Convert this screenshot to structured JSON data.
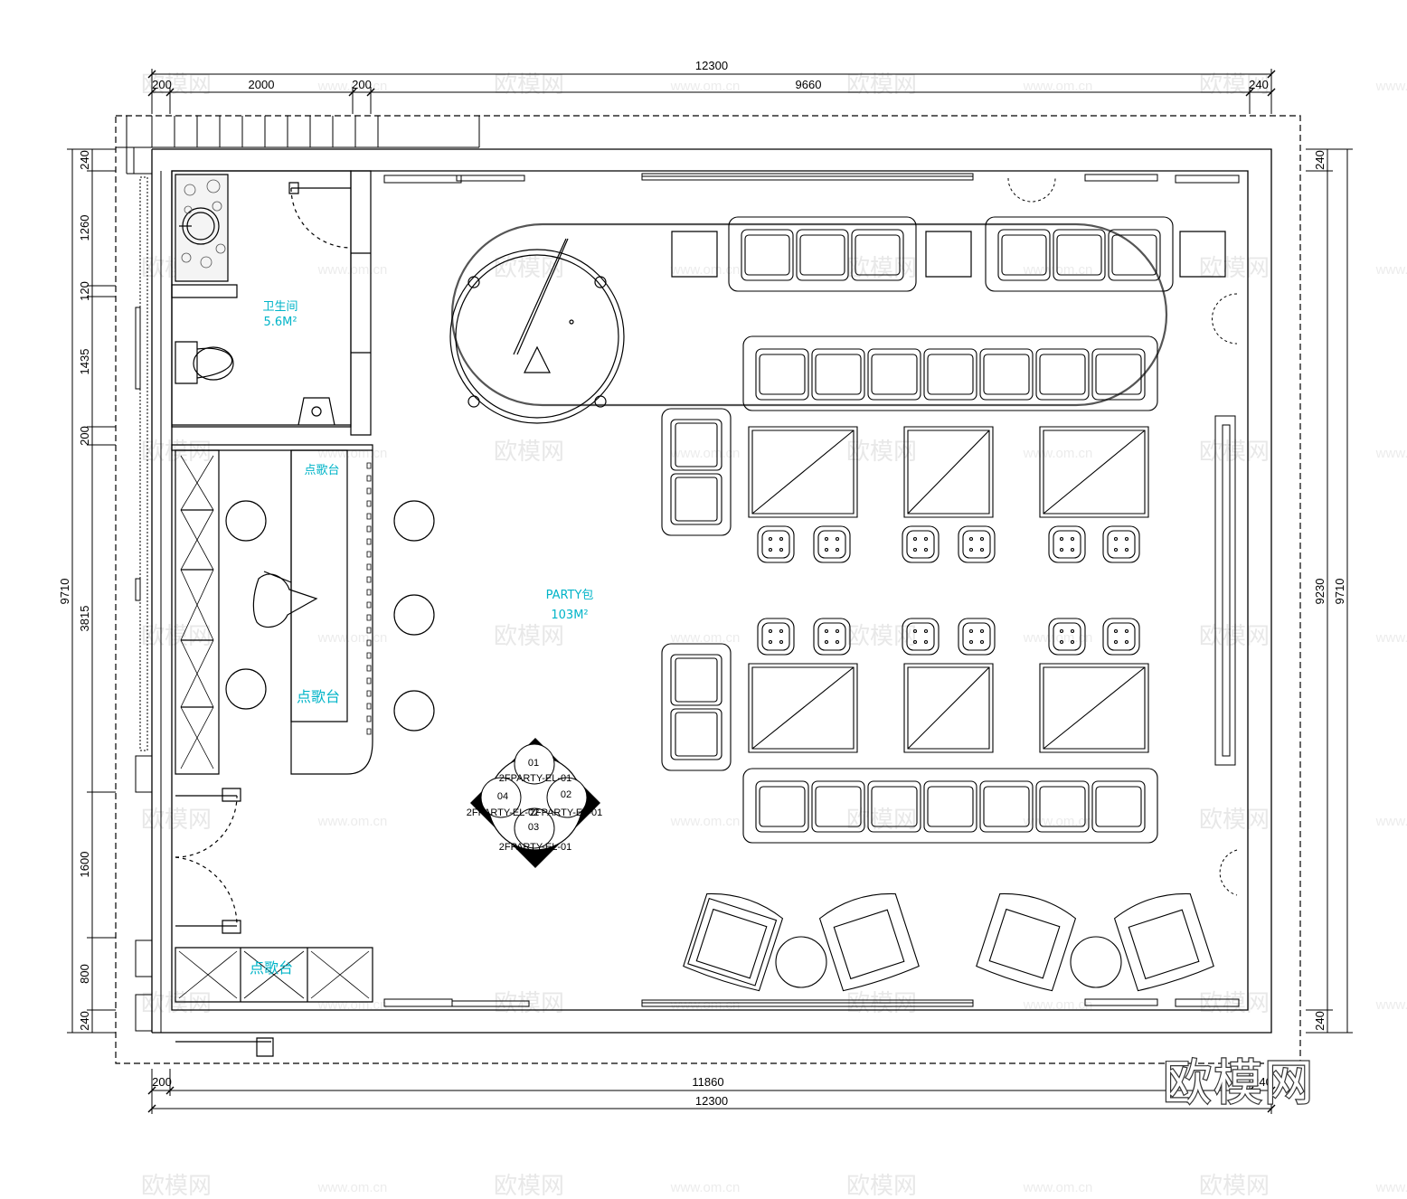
{
  "dimensions": {
    "top_total": "12300",
    "top_segments": [
      "200",
      "2000",
      "200",
      "9660",
      "240"
    ],
    "bottom_segments": [
      "200",
      "11860",
      "240"
    ],
    "bottom_total": "12300",
    "left_total": "9710",
    "left_segments": [
      "240",
      "1260",
      "120",
      "1435",
      "200",
      "3815",
      "1600",
      "800",
      "240"
    ],
    "right_total_a": "9230",
    "right_total_b": "9710",
    "right_segments": [
      "240",
      "240"
    ]
  },
  "rooms": {
    "bathroom_name": "卫生间",
    "bathroom_area": "5.6M²",
    "party_name": "PARTY包",
    "party_area": "103M²",
    "song_desk_1": "点歌台",
    "song_desk_2": "点歌台",
    "song_desk_3": "点歌台"
  },
  "index_marker": {
    "numbers": [
      "01",
      "02",
      "03",
      "04"
    ],
    "codes": [
      "2FPARTY-EL-01",
      "2FPARTY-EL-01",
      "2FPARTY-EL-01",
      "2FPARTY-EL-02"
    ]
  },
  "watermark": {
    "text": "欧模网",
    "url": "www.om.cn"
  },
  "logo": "欧模网",
  "colors": {
    "line": "#000000",
    "room_label": "#00b4c8",
    "watermark": "#e8e8e8"
  }
}
